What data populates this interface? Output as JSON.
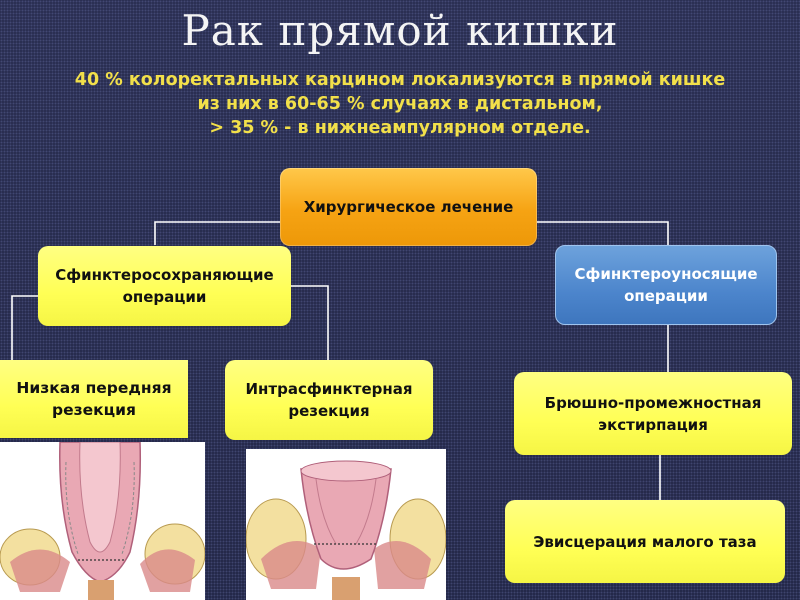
{
  "title": "Рак прямой кишки",
  "subtitle": {
    "line1": "40 % колоректальных карцином локализуются в прямой кишке",
    "line2": "из них в 60-65 % случаях в дистальном,",
    "line3": "> 35 % - в нижнеампулярном отделе."
  },
  "diagram": {
    "root": "Хирургическое лечение",
    "left_branch": "Сфинктеросохраняющие операции",
    "right_branch": "Сфинктероуносящие операции",
    "left_child_1": "Низкая передняя резекция",
    "left_child_2": "Интрасфинктерная резекция",
    "right_child_1": "Брюшно-промежностная экстирпация",
    "right_child_2": "Эвисцерация малого таза"
  },
  "colors": {
    "background": "#242848",
    "title": "#f4f4f4",
    "subtitle": "#f2e04a",
    "root_box": "#f6a313",
    "yellow_box": "#ffff55",
    "blue_box": "#4c85cc",
    "connector": "#ffffff"
  },
  "images": {
    "left": "anatomical-illustration-low-anterior-resection",
    "right": "anatomical-illustration-intersphincteric-resection"
  }
}
